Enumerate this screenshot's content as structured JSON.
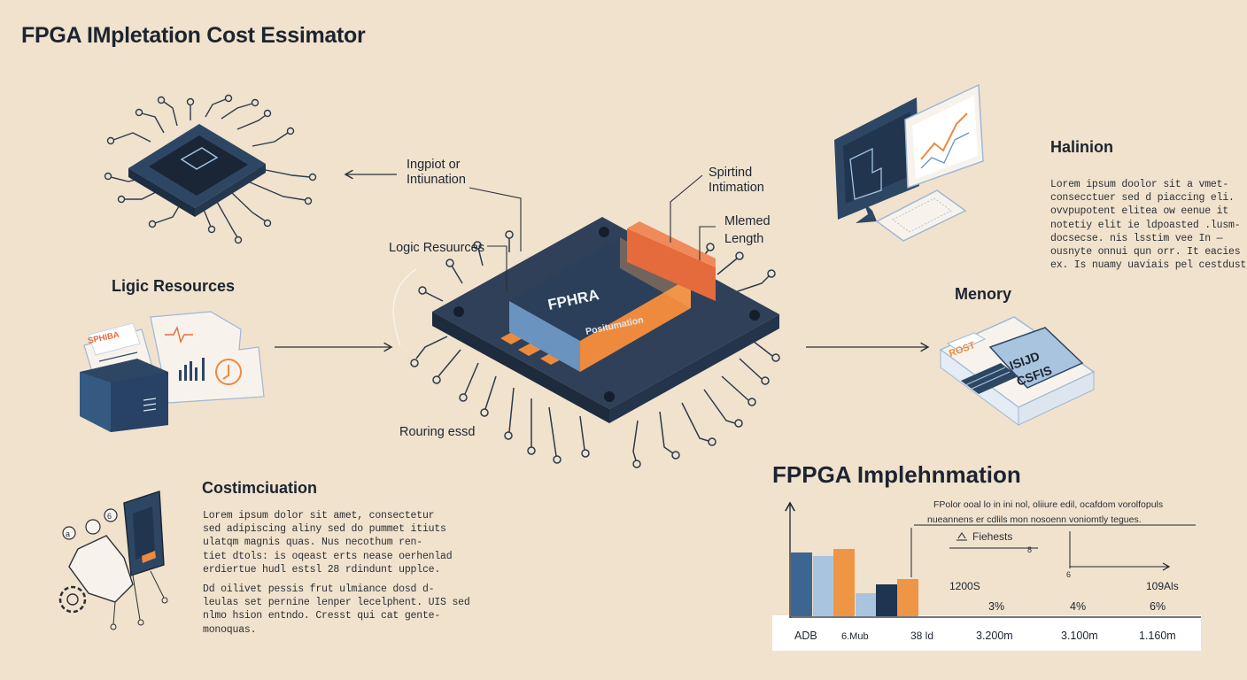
{
  "title": "FPGA IMpletation Cost Essimator",
  "labels": {
    "input_info": [
      "Ingpiot or",
      "Intiunation"
    ],
    "spirtind": [
      "Spirtind",
      "Intimation"
    ],
    "mlemed": [
      "Mlemed",
      "Length"
    ],
    "logic_resources_chip": "Logic Resuurces",
    "routing": "Rouring essd",
    "chip_top": "FPHRA",
    "chip_sub": "Positumation",
    "box_badge": "SPHIBA",
    "memory_chip": [
      "ISIJD",
      "CSFIS"
    ],
    "memory_tag": "ROST"
  },
  "left_section": {
    "heading": "Ligic Resources"
  },
  "right_top": {
    "heading": "Halinion",
    "paragraph": [
      "Lorem ipsum doolor sit a vmet-",
      "consecctuer sed d piaccing eli.",
      "ovvpupotent elitea ow eenue it",
      "notetiy elit ie ldpoasted .lusm-",
      "docsecse. nis lsstim vee In —",
      "ousnyte onnui qun orr. It eacies",
      "ex. Is nuamy uaviais pel cestdust."
    ]
  },
  "memory": {
    "heading": "Menory"
  },
  "bottom_left": {
    "heading": "Costimciuation",
    "paragraph1": [
      "Lorem ipsum dolor sit amet, consectetur",
      "sed adipiscing aliny sed do pummet itiuts",
      "ulatqm magnis quas. Nus necothum ren-",
      "tiet dtols: is oqeast erts nease oerhenlad",
      "erdiertue hudl estsl 28 rdindunt upplce."
    ],
    "paragraph2": [
      "Dd oilivet pessis frut ulmiance dosd d-",
      "leulas set pernine lenper lecelphent. UIS sed",
      "nlmo hsion entndo. Cresst qui cat gente-",
      "monoquas."
    ]
  },
  "implementation": {
    "heading": "FPPGA Implehnmation",
    "note_line1": "FPolor ooal lo in ini nol, oliiure edil, ocafdom vorolfopuls",
    "note_line2": "nueannens er cdlils mon nosoenn voniomtly tegues.",
    "legend": "Fiehests",
    "arrow_value": "8",
    "bottom_labels": [
      "ADB",
      "6.Mub",
      "38 ld",
      "3.200m",
      "3.100m",
      "1.160m"
    ],
    "mid_labels": [
      "1200S",
      "3%",
      "4%",
      "6%"
    ],
    "end_label": "109Als",
    "side_marks": [
      "a",
      "6"
    ]
  },
  "chart_data": {
    "type": "bar",
    "title": "",
    "categories": [
      "ADB",
      "6.Mub",
      "38 ld"
    ],
    "series": [
      {
        "values": [
          70,
          68,
          72
        ]
      },
      {
        "values": [
          0,
          0,
          0
        ]
      }
    ],
    "bars": [
      {
        "value": 72,
        "color": "#3d6591"
      },
      {
        "value": 68,
        "color": "#a9c4df"
      },
      {
        "value": 76,
        "color": "#ee9645"
      },
      {
        "value": 26,
        "color": "#a9c4df"
      },
      {
        "value": 36,
        "color": "#1f3450"
      },
      {
        "value": 42,
        "color": "#ee9645"
      }
    ],
    "ylim": [
      0,
      110
    ],
    "grid": false
  },
  "colors": {
    "background": "#f1e2cd",
    "navy": "#2d3f57",
    "orange": "#ee8a3d",
    "red_orange": "#e56a3c",
    "light_blue": "#a9c4df"
  }
}
